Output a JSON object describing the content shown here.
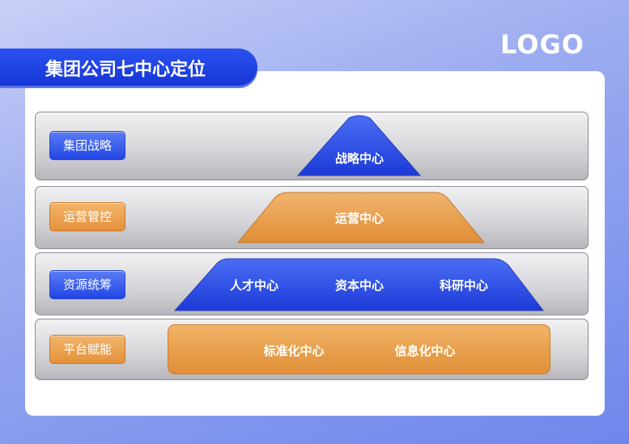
{
  "logo": "LOGO",
  "title": "集团公司七中心定位",
  "colors": {
    "accent_blue": "#2245e4",
    "accent_orange": "#e4913a",
    "row_gray": "#d6d6da",
    "background": "#8f9ff0"
  },
  "rows": [
    {
      "label": "集团战略",
      "label_color": "blue",
      "shape": "triangle",
      "centers": [
        "战略中心"
      ]
    },
    {
      "label": "运营管控",
      "label_color": "orange",
      "shape": "trapezoid",
      "centers": [
        "运营中心"
      ]
    },
    {
      "label": "资源统筹",
      "label_color": "blue",
      "shape": "trapezoid",
      "centers": [
        "人才中心",
        "资本中心",
        "科研中心"
      ]
    },
    {
      "label": "平台赋能",
      "label_color": "orange",
      "shape": "rectangle",
      "centers": [
        "标准化中心",
        "信息化中心"
      ]
    }
  ]
}
